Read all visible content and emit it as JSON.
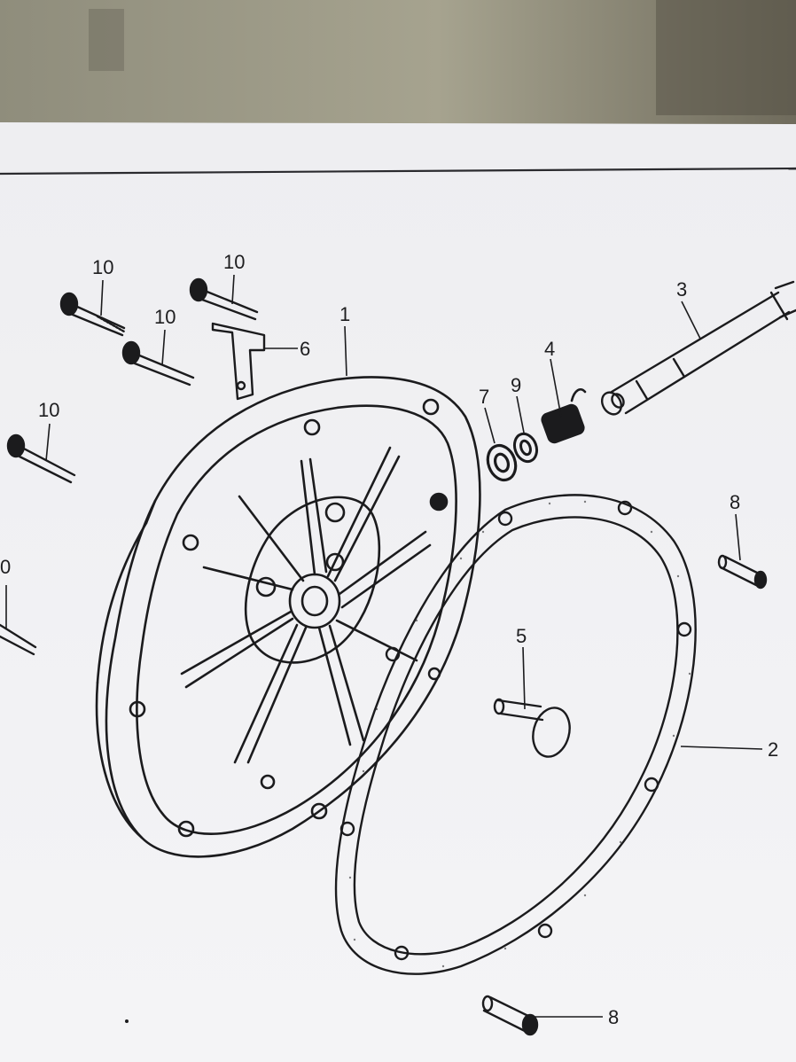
{
  "callouts": {
    "bolt_1": "10",
    "bolt_2": "10",
    "bolt_3": "10",
    "bolt_4": "10",
    "bolt_partial": "0",
    "cover": "1",
    "gasket": "2",
    "shaft": "3",
    "spring": "4",
    "pin": "5",
    "bracket": "6",
    "seal": "7",
    "dowel_upper": "8",
    "dowel_lower": "8",
    "washer": "9"
  },
  "colors": {
    "desk": "#8b8a7a",
    "paper": "#f2f2f4",
    "ink": "#1b1b1d"
  }
}
